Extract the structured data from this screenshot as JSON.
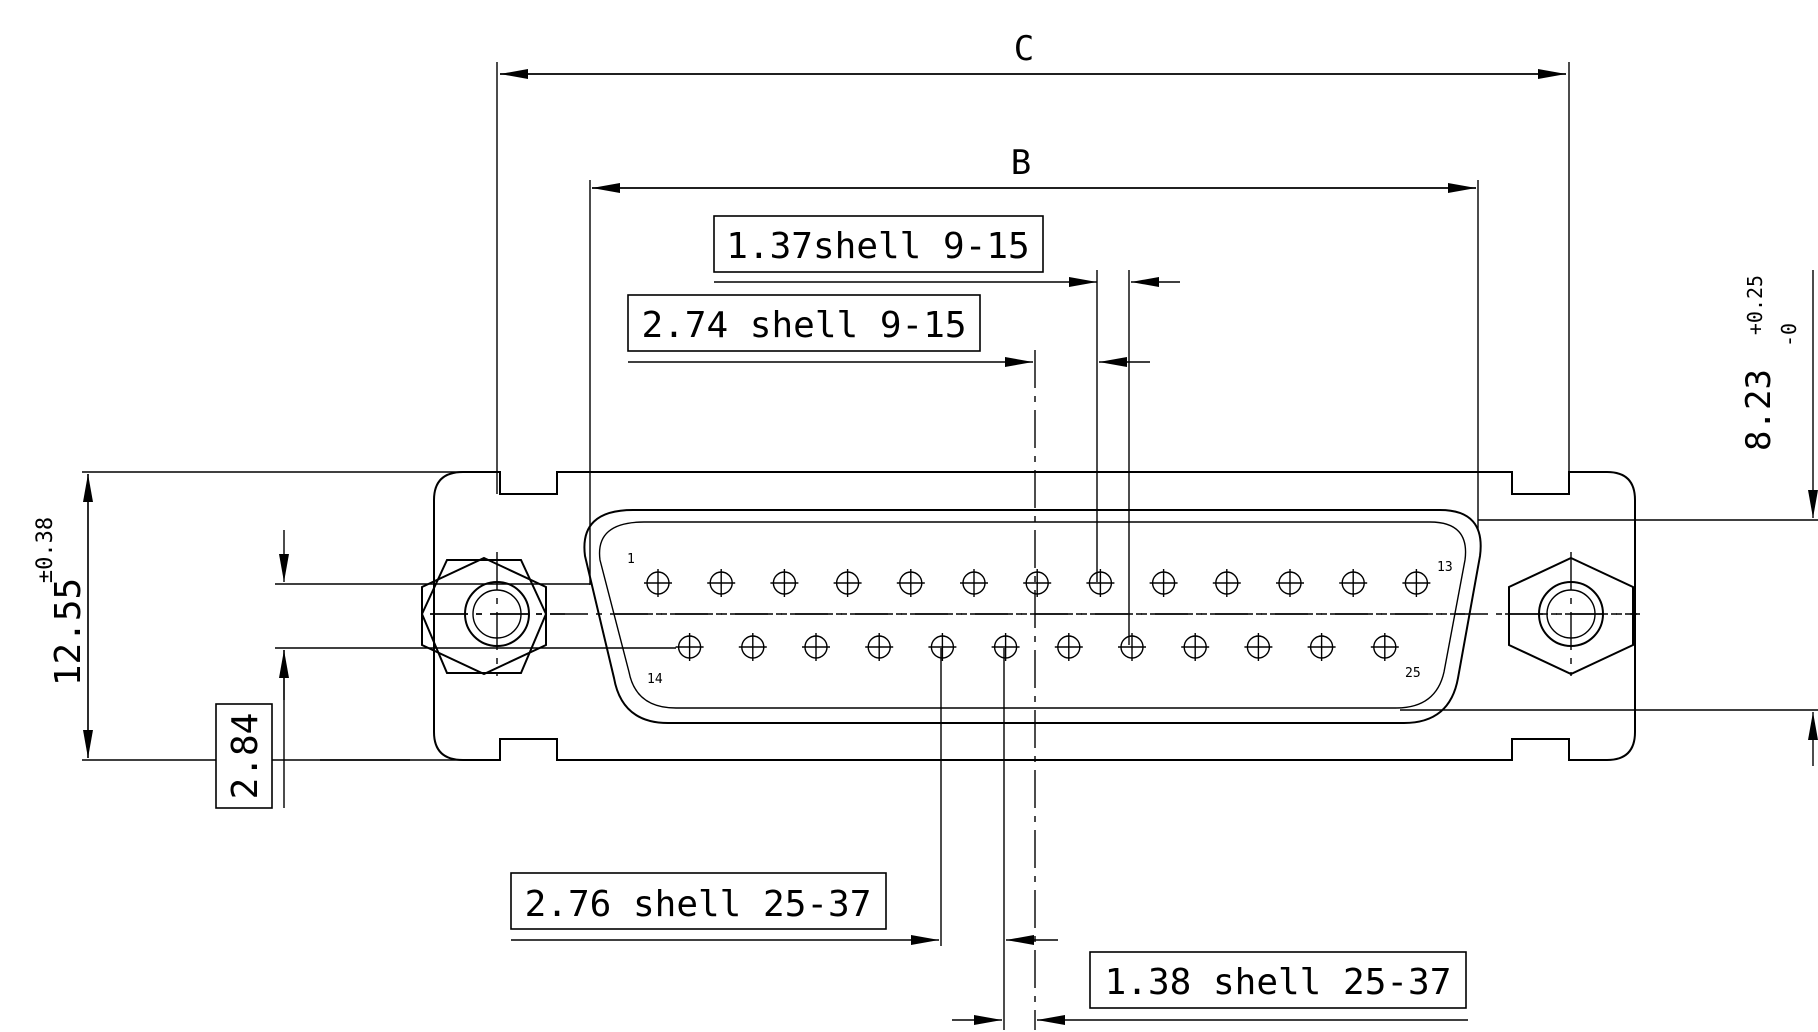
{
  "dimensions": {
    "overall_width": "C",
    "pin_row_width": "B",
    "pitch_9_15": "1.37shell 9-15",
    "row_pitch_9_15": "2.74 shell 9-15",
    "row_pitch_25_37": "2.76 shell 25-37",
    "pitch_25_37": "1.38 shell 25-37",
    "height": "12.55",
    "height_tol": "±0.38",
    "row_spacing": "2.84",
    "depth": "8.23",
    "depth_tol_plus": "+0.25",
    "depth_tol_minus": "-0"
  },
  "pin_labels": {
    "first_top": "1",
    "last_top": "13",
    "first_bottom": "14",
    "last_bottom": "25"
  },
  "connector": {
    "top_row_pins": 13,
    "bottom_row_pins": 12
  }
}
